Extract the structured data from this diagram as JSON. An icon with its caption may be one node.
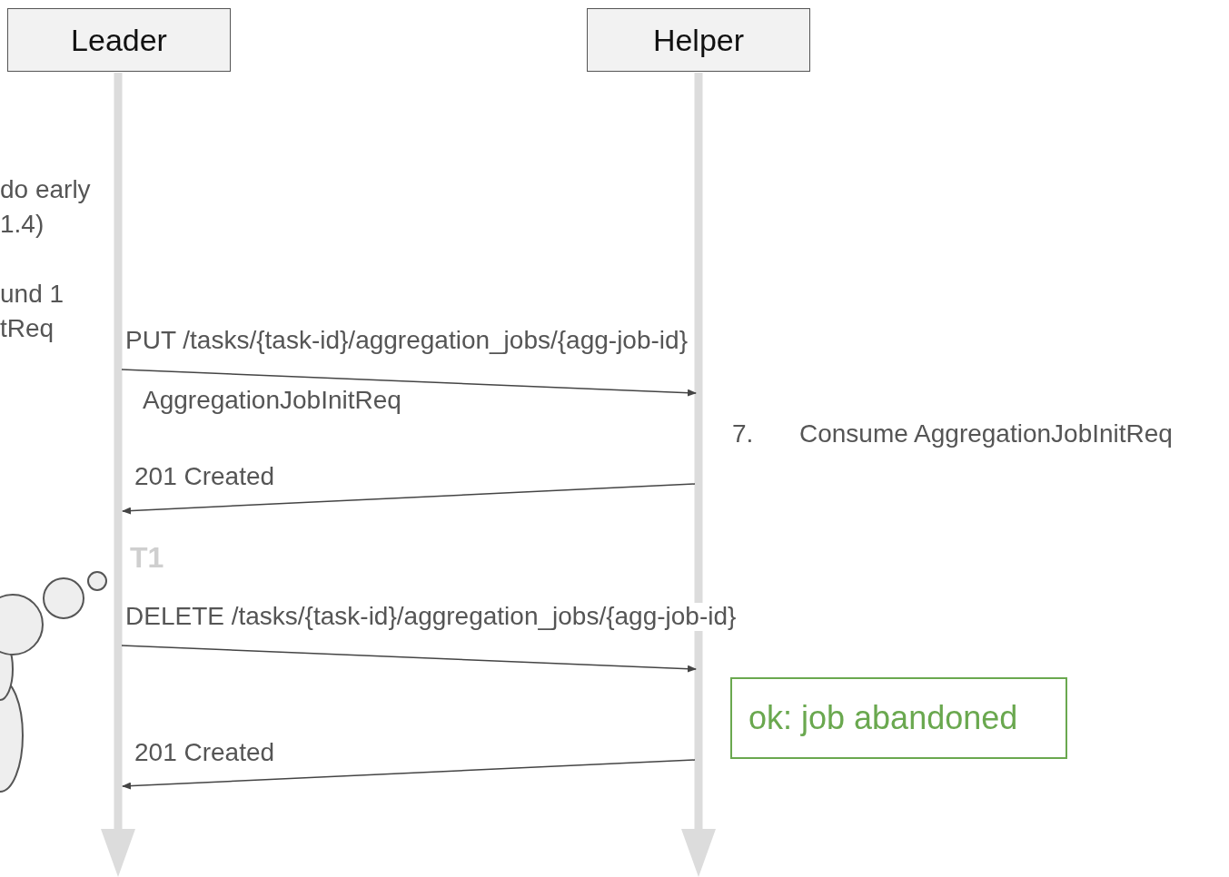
{
  "diagram": {
    "nodes": [
      {
        "text": [
          "Leader"
        ]
      },
      {
        "text": [
          "Helper"
        ]
      },
      {
        "text": [
          "ok: job abandoned"
        ]
      }
    ],
    "edges": [
      {
        "from": 0,
        "to": 1,
        "arrow": "to",
        "label": "PUT /tasks/{task-id}/aggregation_jobs/{agg-job-id}"
      },
      {
        "from": 1,
        "to": 0,
        "arrow": "to",
        "label": "201 Created"
      },
      {
        "from": 0,
        "to": 1,
        "arrow": "to",
        "label": "DELETE /tasks/{task-id}/aggregation_jobs/{agg-job-id}"
      },
      {
        "from": 1,
        "to": 0,
        "arrow": "to",
        "label": "201 Created"
      }
    ],
    "labels": [
      "do early",
      "1.4)",
      "und 1",
      "tReq",
      "AggregationJobInitReq",
      "7.",
      "Consume AggregationJobInitReq",
      "T1"
    ]
  }
}
